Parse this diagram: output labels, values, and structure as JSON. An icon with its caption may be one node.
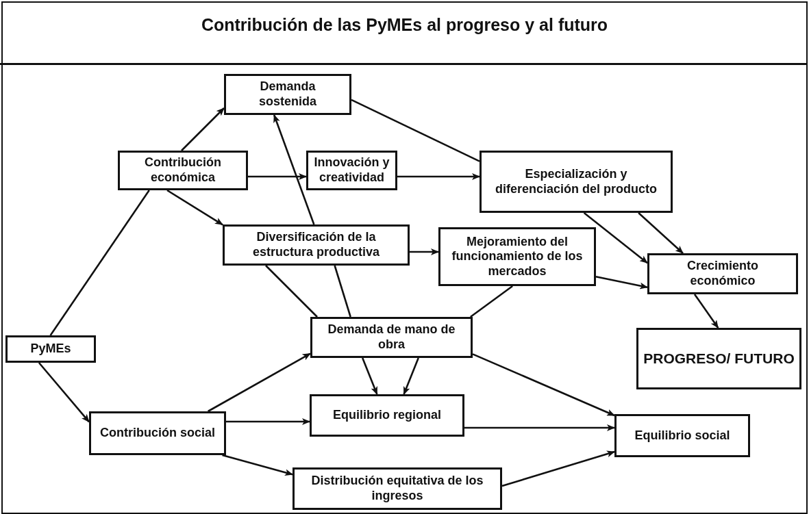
{
  "diagram": {
    "title": "Contribución de las PyMEs al progreso y al futuro",
    "nodes": [
      {
        "text": [
          "Demanda sostenida"
        ]
      },
      {
        "text": [
          "Contribución económica"
        ]
      },
      {
        "text": [
          "Innovación y creatividad"
        ]
      },
      {
        "text": [
          "Especialización y diferenciación del producto"
        ]
      },
      {
        "text": [
          "Diversificación de la estructura productiva"
        ]
      },
      {
        "text": [
          "Mejoramiento del funcionamiento de los mercados"
        ]
      },
      {
        "text": [
          "Crecimiento económico"
        ]
      },
      {
        "text": [
          "PyMEs"
        ]
      },
      {
        "text": [
          "Demanda de mano de obra"
        ]
      },
      {
        "text": [
          "PROGRESO/ FUTURO"
        ]
      },
      {
        "text": [
          "Contribución social"
        ]
      },
      {
        "text": [
          "Equilibrio regional"
        ]
      },
      {
        "text": [
          "Equilibrio social"
        ]
      },
      {
        "text": [
          "Distribución equitativa de los ingresos"
        ]
      }
    ],
    "edges": [
      {
        "from": 7,
        "to": 1,
        "arrow": "none"
      },
      {
        "from": 7,
        "to": 10,
        "arrow": "to"
      },
      {
        "from": 1,
        "to": 0,
        "arrow": "to"
      },
      {
        "from": 1,
        "to": 2,
        "arrow": "to"
      },
      {
        "from": 1,
        "to": 4,
        "arrow": "to"
      },
      {
        "from": 2,
        "to": 3,
        "arrow": "to"
      },
      {
        "from": 0,
        "to": 3,
        "arrow": "none"
      },
      {
        "from": 4,
        "to": 0,
        "arrow": "to"
      },
      {
        "from": 8,
        "to": 4,
        "arrow": "none"
      },
      {
        "from": 4,
        "to": 5,
        "arrow": "to"
      },
      {
        "from": 4,
        "to": 8,
        "arrow": "none"
      },
      {
        "from": 5,
        "to": 8,
        "arrow": "none"
      },
      {
        "from": 3,
        "to": 6,
        "arrow": "to"
      },
      {
        "from": 3,
        "to": 6,
        "arrow": "to"
      },
      {
        "from": 5,
        "to": 6,
        "arrow": "to"
      },
      {
        "from": 6,
        "to": 9,
        "arrow": "to"
      },
      {
        "from": 8,
        "to": 11,
        "arrow": "to"
      },
      {
        "from": 8,
        "to": 11,
        "arrow": "to"
      },
      {
        "from": 8,
        "to": 12,
        "arrow": "to"
      },
      {
        "from": 10,
        "to": 8,
        "arrow": "to"
      },
      {
        "from": 10,
        "to": 11,
        "arrow": "to"
      },
      {
        "from": 10,
        "to": 13,
        "arrow": "to"
      },
      {
        "from": 11,
        "to": 12,
        "arrow": "to"
      },
      {
        "from": 13,
        "to": 12,
        "arrow": "to"
      }
    ]
  }
}
